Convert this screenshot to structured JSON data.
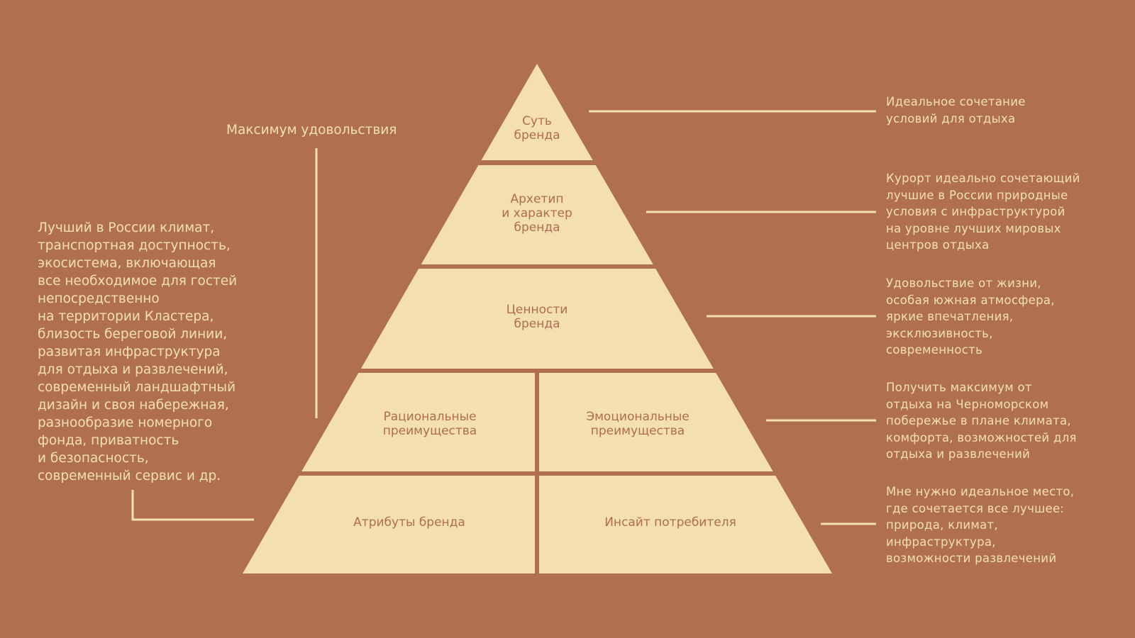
{
  "colors": {
    "background": "#b07050",
    "pyramid": "#f3e0ae",
    "label": "#b06d4b"
  },
  "pyramid": {
    "essence": "Суть\nбренда",
    "archetype": "Архетип\nи характер\nбренда",
    "values": "Ценности\nбренда",
    "rational": "Рациональные\nпреимущества",
    "emotional": "Эмоциональные\nпреимущества",
    "attributes": "Атрибуты бренда",
    "insight": "Инсайт потребителя"
  },
  "left": {
    "title": "Максимум удовольствия",
    "description": "Лучший в России климат,\nтранспортная доступность,\nэкосистема, включающая\nвсе необходимое для гостей\nнепосредственно\nна территории Кластера,\nблизость береговой линии,\nразвитая инфраструктура\nдля отдыха и развлечений,\nсовременный ландшафтный\nдизайн и своя набережная,\nразнообразие номерного\nфонда, приватность\nи безопасность,\nсовременный сервис и др."
  },
  "right": [
    "Идеальное сочетание\nусловий для отдыха",
    "Курорт идеально сочетающий\nлучшие в России природные\nусловия с инфраструктурой\nна уровне лучших мировых\nцентров отдыха",
    "Удовольствие от жизни,\nособая южная атмосфера,\nяркие впечатления,\nэксклюзивность,\nсовременность",
    "Получить максимум от\nотдыха на Черноморском\nпобережье в плане климата,\nкомфорта, возможностей для\nотдыха и развлечений",
    "Мне нужно идеальное место,\nгде сочетается все лучшее:\nприрода, климат,\nинфраструктура,\nвозможности развлечений"
  ]
}
